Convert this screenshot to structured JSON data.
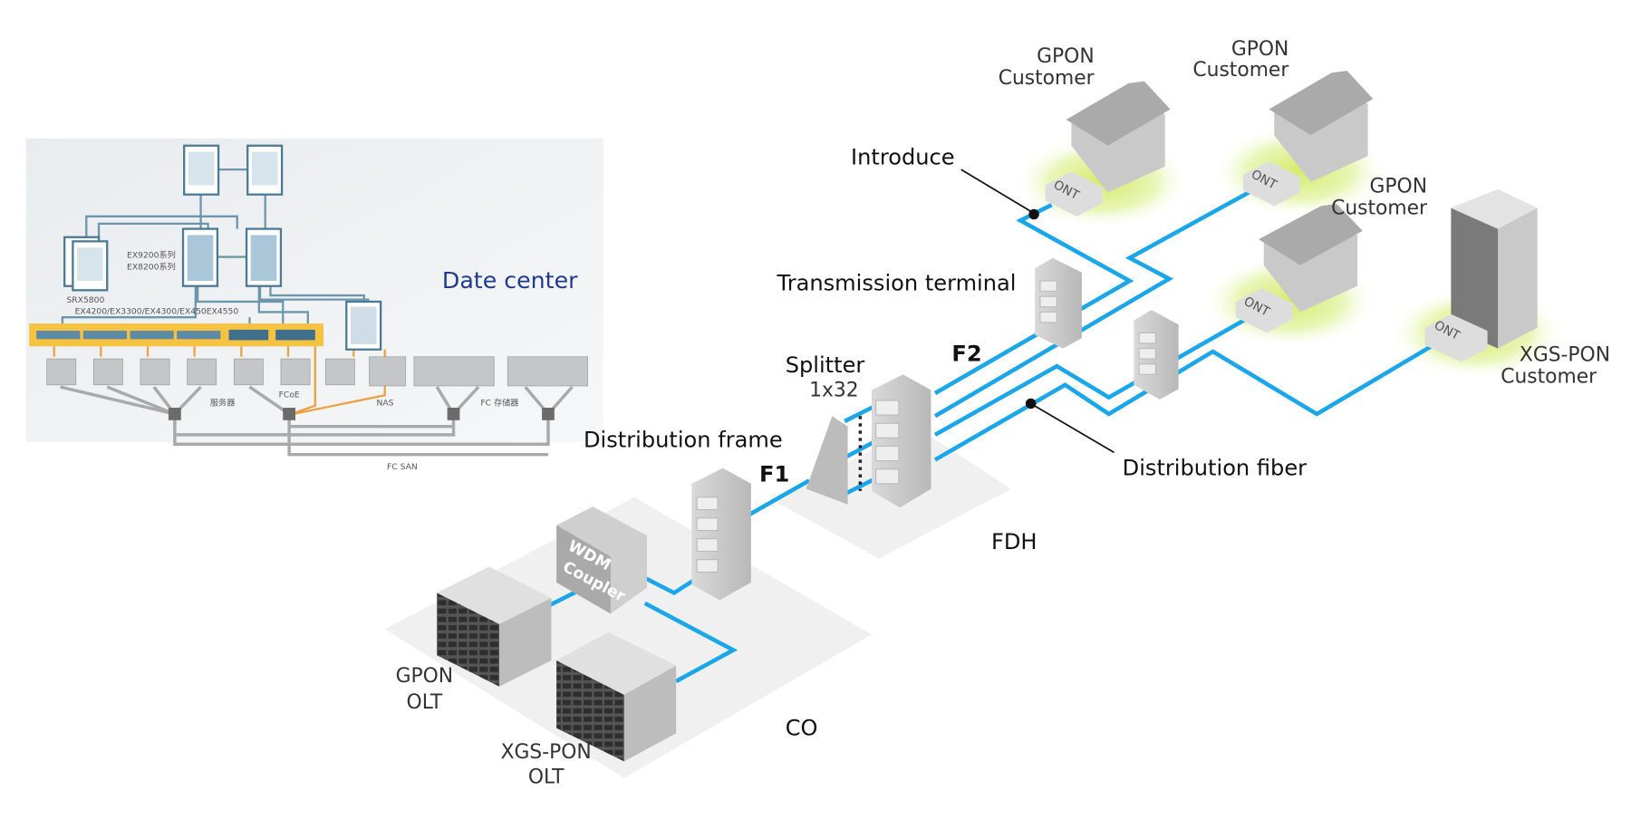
{
  "data_center": {
    "title": "Date center",
    "core_label_1": "EX9200系列",
    "core_label_2": "EX8200系列",
    "firewall_label": "SRX5800",
    "access_label": "EX4200/EX3300/EX4300/EX450EX4550",
    "servers_label": "服务器",
    "fcoe_label": "FCoE",
    "nas_label": "NAS",
    "fc_storage_label": "FC 存储器",
    "fc_san_label": "FC SAN",
    "title_color": "#1f3a93",
    "highlight_color": "#f5c242"
  },
  "network": {
    "fiber_color": "#1aa6ea",
    "customers": [
      {
        "line1": "GPON",
        "line2": "Customer"
      },
      {
        "line1": "GPON",
        "line2": "Customer"
      },
      {
        "line1": "GPON",
        "line2": "Customer"
      },
      {
        "line1": "XGS-PON",
        "line2": "Customer"
      }
    ],
    "ont_label": "ONT",
    "introduce": "Introduce",
    "transmission_terminal": "Transmission terminal",
    "splitter": "Splitter",
    "splitter_ratio": "1x32",
    "distribution_frame": "Distribution frame",
    "f1": "F1",
    "f2": "F2",
    "distribution_fiber": "Distribution fiber",
    "fdh": "FDH",
    "co": "CO",
    "wdm_line1": "WDM",
    "wdm_line2": "Coupler",
    "gpon_olt_line1": "GPON",
    "gpon_olt_line2": "OLT",
    "xgs_olt_line1": "XGS-PON",
    "xgs_olt_line2": "OLT"
  }
}
